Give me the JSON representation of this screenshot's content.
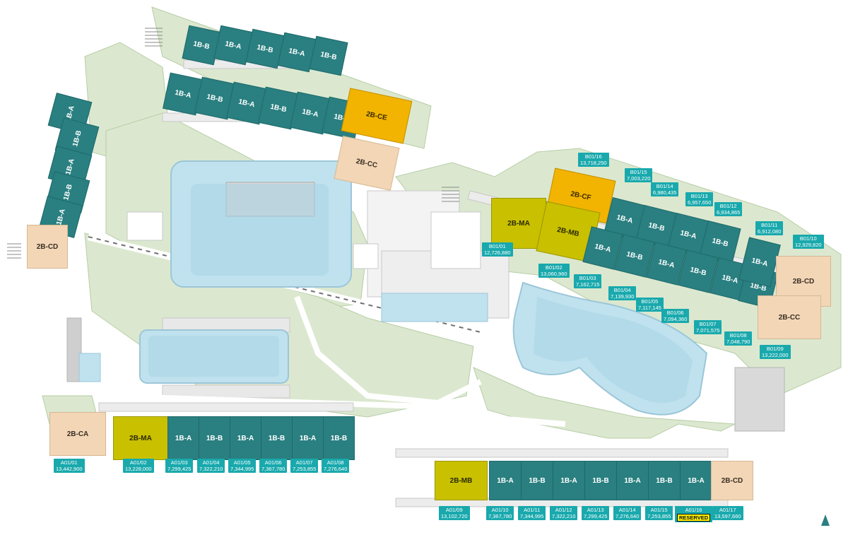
{
  "map": {
    "colors": {
      "unit_1b": "#2a7f80",
      "unit_2b_ma": "#c9c000",
      "unit_2b_cf": "#f2b400",
      "unit_2b_cc": "#f2d6b6",
      "label_bg": "#19a9ad",
      "reserved_bg": "#fff200",
      "lawn": "#dbe8cf",
      "pool": "#bfe2ee"
    },
    "icons": {
      "north_arrow": "north-arrow-icon"
    },
    "units": [
      {
        "id": "u1",
        "label": "1B-B",
        "type": "1b"
      },
      {
        "id": "u2",
        "label": "1B-A",
        "type": "1b"
      },
      {
        "id": "u3",
        "label": "1B-B",
        "type": "1b"
      },
      {
        "id": "u4",
        "label": "1B-A",
        "type": "1b"
      },
      {
        "id": "u5",
        "label": "1B-B",
        "type": "1b"
      },
      {
        "id": "u6",
        "label": "1B-A",
        "type": "1b"
      },
      {
        "id": "u7",
        "label": "1B-B",
        "type": "1b"
      },
      {
        "id": "u8",
        "label": "1B-A",
        "type": "1b"
      },
      {
        "id": "u9",
        "label": "1B-B",
        "type": "1b"
      },
      {
        "id": "u10",
        "label": "1B-A",
        "type": "1b"
      },
      {
        "id": "u11",
        "label": "1B-B",
        "type": "1b"
      },
      {
        "id": "u12",
        "label": "2B-CE",
        "type": "cf"
      },
      {
        "id": "u13",
        "label": "2B-CC",
        "type": "cc"
      },
      {
        "id": "u14",
        "label": "1B-A",
        "type": "1b"
      },
      {
        "id": "u15",
        "label": "1B-B",
        "type": "1b"
      },
      {
        "id": "u16",
        "label": "1B-A",
        "type": "1b"
      },
      {
        "id": "u17",
        "label": "1B-B",
        "type": "1b"
      },
      {
        "id": "u18",
        "label": "1B-A",
        "type": "1b"
      },
      {
        "id": "u19",
        "label": "2B-CD",
        "type": "cc"
      },
      {
        "id": "u20",
        "label": "2B-CF",
        "type": "cf"
      },
      {
        "id": "u21",
        "label": "2B-MA",
        "type": "ma"
      },
      {
        "id": "u22",
        "label": "2B-MB",
        "type": "ma"
      },
      {
        "id": "u23",
        "label": "1B-A",
        "type": "1b"
      },
      {
        "id": "u24",
        "label": "1B-B",
        "type": "1b"
      },
      {
        "id": "u25",
        "label": "1B-A",
        "type": "1b"
      },
      {
        "id": "u26",
        "label": "1B-B",
        "type": "1b"
      },
      {
        "id": "u27",
        "label": "1B-A",
        "type": "1b"
      },
      {
        "id": "u28",
        "label": "1B-B",
        "type": "1b"
      },
      {
        "id": "u29",
        "label": "1B-A",
        "type": "1b"
      },
      {
        "id": "u30",
        "label": "1B-B",
        "type": "1b"
      },
      {
        "id": "u31",
        "label": "1B-A",
        "type": "1b"
      },
      {
        "id": "u32",
        "label": "1B-B",
        "type": "1b"
      },
      {
        "id": "u33",
        "label": "1B-A",
        "type": "1b"
      },
      {
        "id": "u34",
        "label": "2B-CD",
        "type": "cc"
      },
      {
        "id": "u35",
        "label": "2B-CC",
        "type": "cc"
      },
      {
        "id": "u36",
        "label": "2B-CA",
        "type": "cc"
      },
      {
        "id": "u37",
        "label": "2B-MA",
        "type": "ma"
      },
      {
        "id": "u38",
        "label": "1B-A",
        "type": "1b"
      },
      {
        "id": "u39",
        "label": "1B-B",
        "type": "1b"
      },
      {
        "id": "u40",
        "label": "1B-A",
        "type": "1b"
      },
      {
        "id": "u41",
        "label": "1B-B",
        "type": "1b"
      },
      {
        "id": "u42",
        "label": "1B-A",
        "type": "1b"
      },
      {
        "id": "u43",
        "label": "1B-B",
        "type": "1b"
      },
      {
        "id": "u44",
        "label": "2B-MB",
        "type": "ma"
      },
      {
        "id": "u45",
        "label": "1B-A",
        "type": "1b"
      },
      {
        "id": "u46",
        "label": "1B-B",
        "type": "1b"
      },
      {
        "id": "u47",
        "label": "1B-A",
        "type": "1b"
      },
      {
        "id": "u48",
        "label": "1B-B",
        "type": "1b"
      },
      {
        "id": "u49",
        "label": "1B-A",
        "type": "1b"
      },
      {
        "id": "u50",
        "label": "1B-B",
        "type": "1b"
      },
      {
        "id": "u51",
        "label": "1B-A",
        "type": "1b"
      },
      {
        "id": "u52",
        "label": "2B-CD",
        "type": "cc"
      }
    ],
    "labels": [
      {
        "id": "B01/16",
        "price": "13,718,250"
      },
      {
        "id": "B01/15",
        "price": "7,003,220"
      },
      {
        "id": "B01/14",
        "price": "6,980,435"
      },
      {
        "id": "B01/13",
        "price": "6,957,650"
      },
      {
        "id": "B01/12",
        "price": "6,934,865"
      },
      {
        "id": "B01/11",
        "price": "6,912,080"
      },
      {
        "id": "B01/10",
        "price": "12,929,820"
      },
      {
        "id": "B01/01",
        "price": "12,726,880"
      },
      {
        "id": "B01/02",
        "price": "13,060,960"
      },
      {
        "id": "B01/03",
        "price": "7,162,715"
      },
      {
        "id": "B01/04",
        "price": "7,139,930"
      },
      {
        "id": "B01/05",
        "price": "7,117,145"
      },
      {
        "id": "B01/06",
        "price": "7,094,360"
      },
      {
        "id": "B01/07",
        "price": "7,071,575"
      },
      {
        "id": "B01/08",
        "price": "7,048,790"
      },
      {
        "id": "B01/09",
        "price": "13,222,000"
      },
      {
        "id": "A01/01",
        "price": "13,442,900"
      },
      {
        "id": "A01/02",
        "price": "13,228,000"
      },
      {
        "id": "A01/03",
        "price": "7,299,425"
      },
      {
        "id": "A01/04",
        "price": "7,322,210"
      },
      {
        "id": "A01/05",
        "price": "7,344,995"
      },
      {
        "id": "A01/06",
        "price": "7,367,780"
      },
      {
        "id": "A01/07",
        "price": "7,253,855"
      },
      {
        "id": "A01/08",
        "price": "7,276,640"
      },
      {
        "id": "A01/09",
        "price": "13,102,720"
      },
      {
        "id": "A01/10",
        "price": "7,367,780"
      },
      {
        "id": "A01/11",
        "price": "7,344,995"
      },
      {
        "id": "A01/12",
        "price": "7,322,210"
      },
      {
        "id": "A01/13",
        "price": "7,299,425"
      },
      {
        "id": "A01/14",
        "price": "7,276,640"
      },
      {
        "id": "A01/15",
        "price": "7,253,855"
      },
      {
        "id": "A01/16",
        "price": "",
        "status": "RESERVED"
      },
      {
        "id": "A01/17",
        "price": "13,597,660"
      }
    ]
  }
}
